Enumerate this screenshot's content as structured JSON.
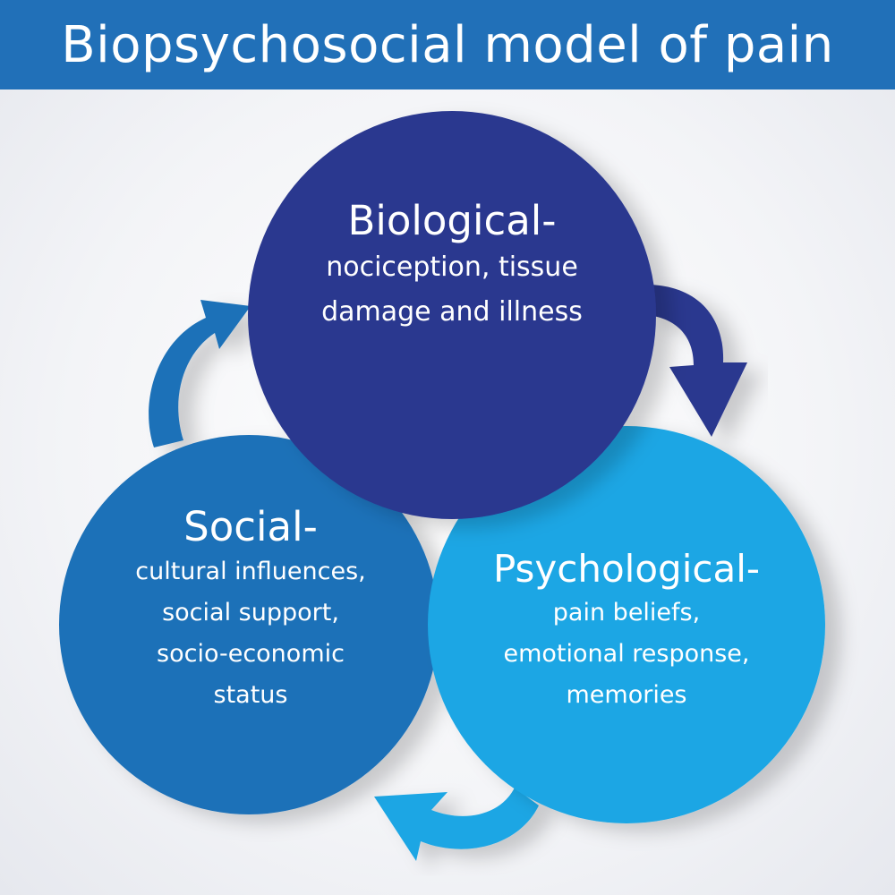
{
  "header": {
    "title": "Biopsychosocial model of pain"
  },
  "colors": {
    "header": "#2170b8",
    "biological": "#2b388f",
    "social": "#1d71b8",
    "psychological": "#1aa6e4"
  },
  "nodes": {
    "biological": {
      "title": "Biological-",
      "lines": [
        "nociception, tissue",
        "damage and illness"
      ]
    },
    "social": {
      "title": "Social-",
      "lines": [
        "cultural influences,",
        "social support,",
        "socio-economic",
        "status"
      ]
    },
    "psychological": {
      "title": "Psychological-",
      "lines": [
        "pain beliefs,",
        "emotional response,",
        "memories"
      ]
    }
  }
}
